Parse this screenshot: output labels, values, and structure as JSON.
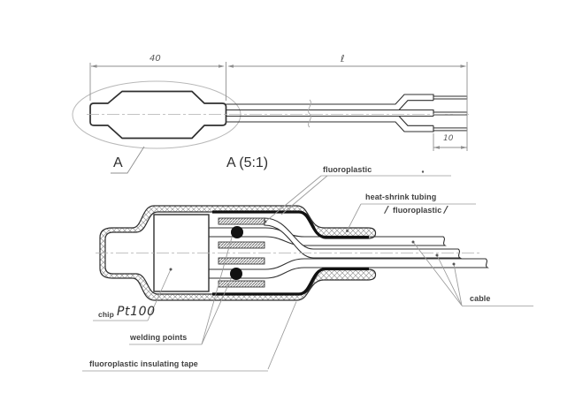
{
  "drawing": {
    "views": {
      "overview_marker": "A",
      "detail_title": "A (5:1)"
    },
    "dimensions": {
      "body_length": "40",
      "cable_length": "ℓ",
      "bare_lead_length": "10"
    },
    "labels": {
      "fluoroplastic_top": "fluoroplastic",
      "heat_shrink_tubing": "heat-shrink tubing",
      "fluoroplastic_mid": "fluoroplastic",
      "slash": "/",
      "cable": "cable",
      "chip_prefix": "chip",
      "chip_model": "Pt100",
      "welding_points": "welding points",
      "insulating_tape": "fluoroplastic insulating tape"
    },
    "colors": {
      "outline": "#2f2f2f",
      "thin_line": "#8f8f8f",
      "label_text": "#3f3f3f",
      "heat_shrink_black": "#111111",
      "background": "#ffffff"
    }
  }
}
